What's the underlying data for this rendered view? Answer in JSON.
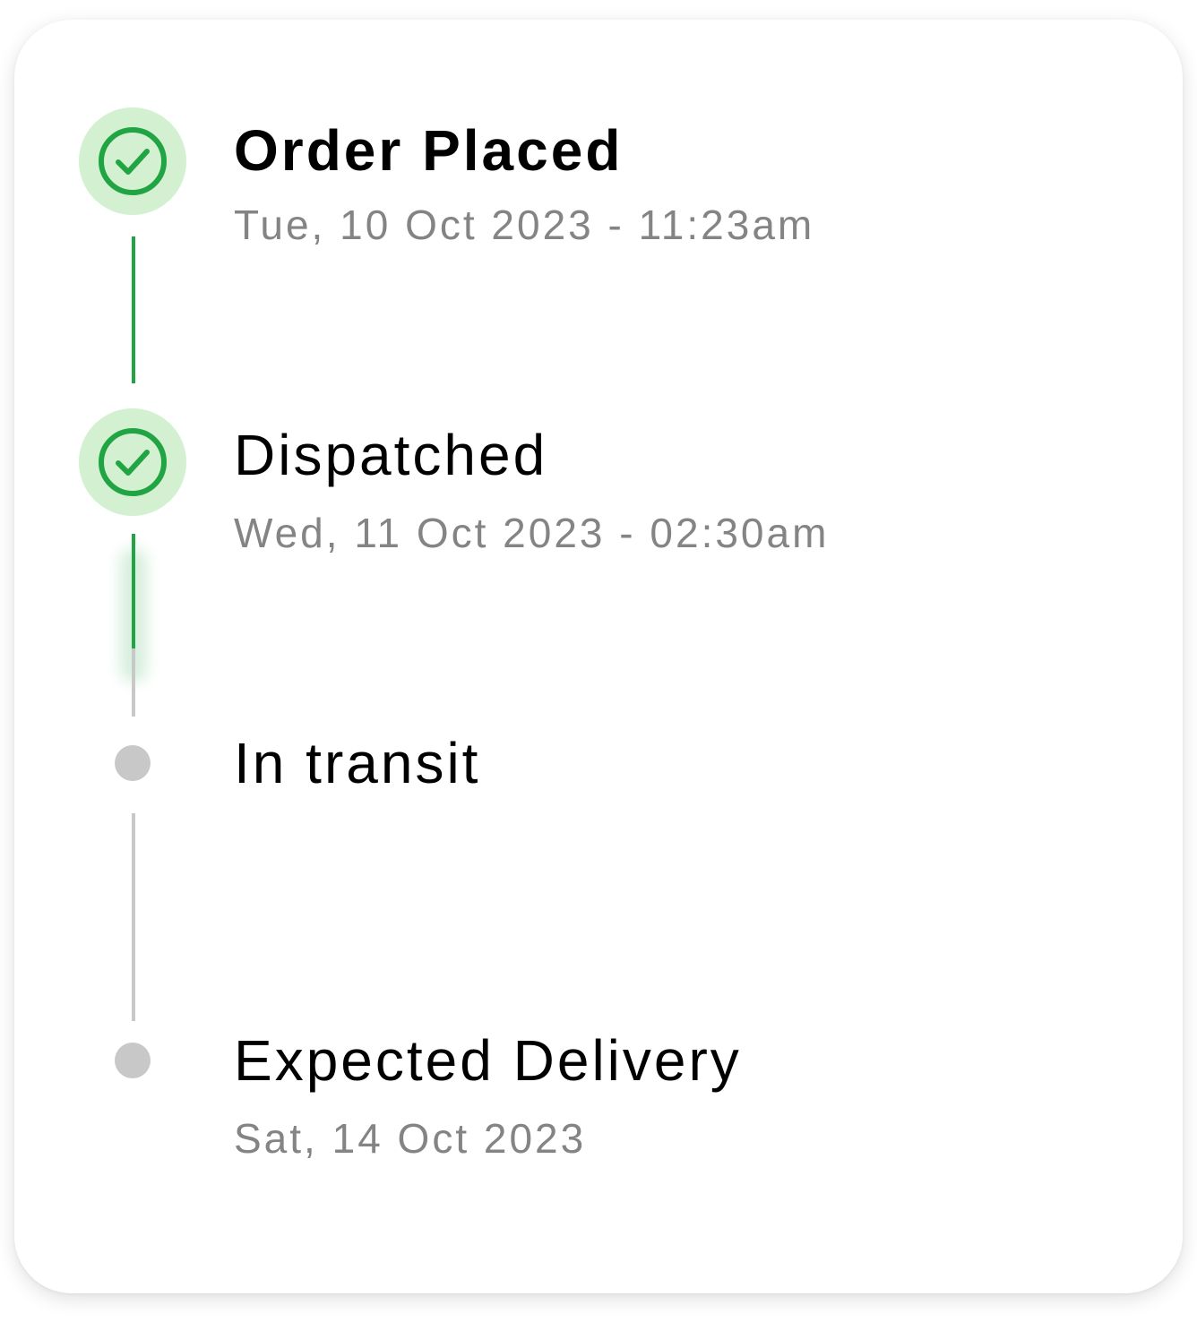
{
  "colors": {
    "success": "#21a443",
    "success_bg": "#d3f0d1",
    "pending": "#c8c8c8",
    "title_text": "#000000",
    "subtitle_text": "#848484"
  },
  "timeline": {
    "steps": [
      {
        "label": "Order Placed",
        "timestamp": "Tue, 10 Oct 2023 - 11:23am",
        "status": "complete",
        "icon": "check-circle-icon"
      },
      {
        "label": "Dispatched",
        "timestamp": "Wed, 11 Oct 2023 - 02:30am",
        "status": "complete",
        "icon": "check-circle-icon"
      },
      {
        "label": "In transit",
        "timestamp": "",
        "status": "pending",
        "icon": "pending-dot-icon"
      },
      {
        "label": "Expected Delivery",
        "timestamp": "Sat, 14 Oct 2023",
        "status": "pending",
        "icon": "pending-dot-icon"
      }
    ],
    "segments": [
      {
        "from": "Order Placed",
        "to": "Dispatched",
        "progress": 1.0
      },
      {
        "from": "Dispatched",
        "to": "In transit",
        "progress": 0.63
      },
      {
        "from": "In transit",
        "to": "Expected Delivery",
        "progress": 0.0
      }
    ]
  }
}
